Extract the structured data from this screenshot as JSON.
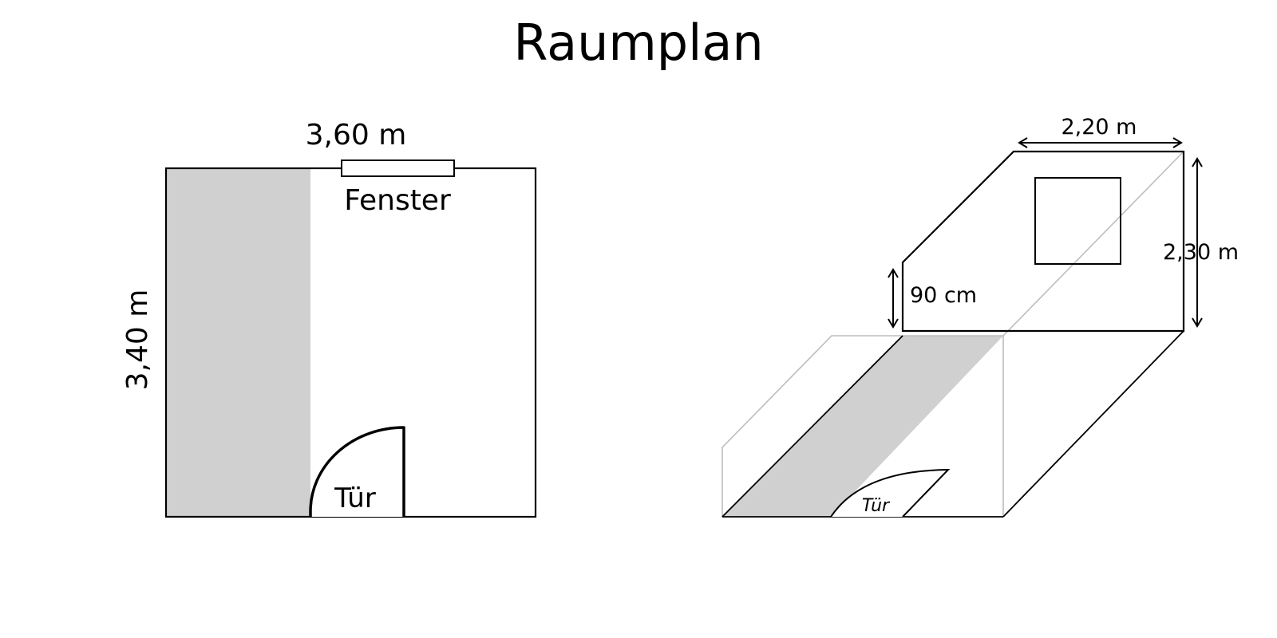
{
  "title": "Raumplan",
  "floor_plan": {
    "width_label": "3,60 m",
    "depth_label": "3,40 m",
    "window_label": "Fenster",
    "door_label": "Tür"
  },
  "isometric_view": {
    "width_label": "2,20 m",
    "height_label": "2,30 m",
    "knee_wall_label": "90 cm",
    "door_label": "Tür"
  },
  "colors": {
    "shaded_area": "#d0d0d0",
    "lines": "#000000",
    "hidden_lines": "#bdbdbd"
  }
}
